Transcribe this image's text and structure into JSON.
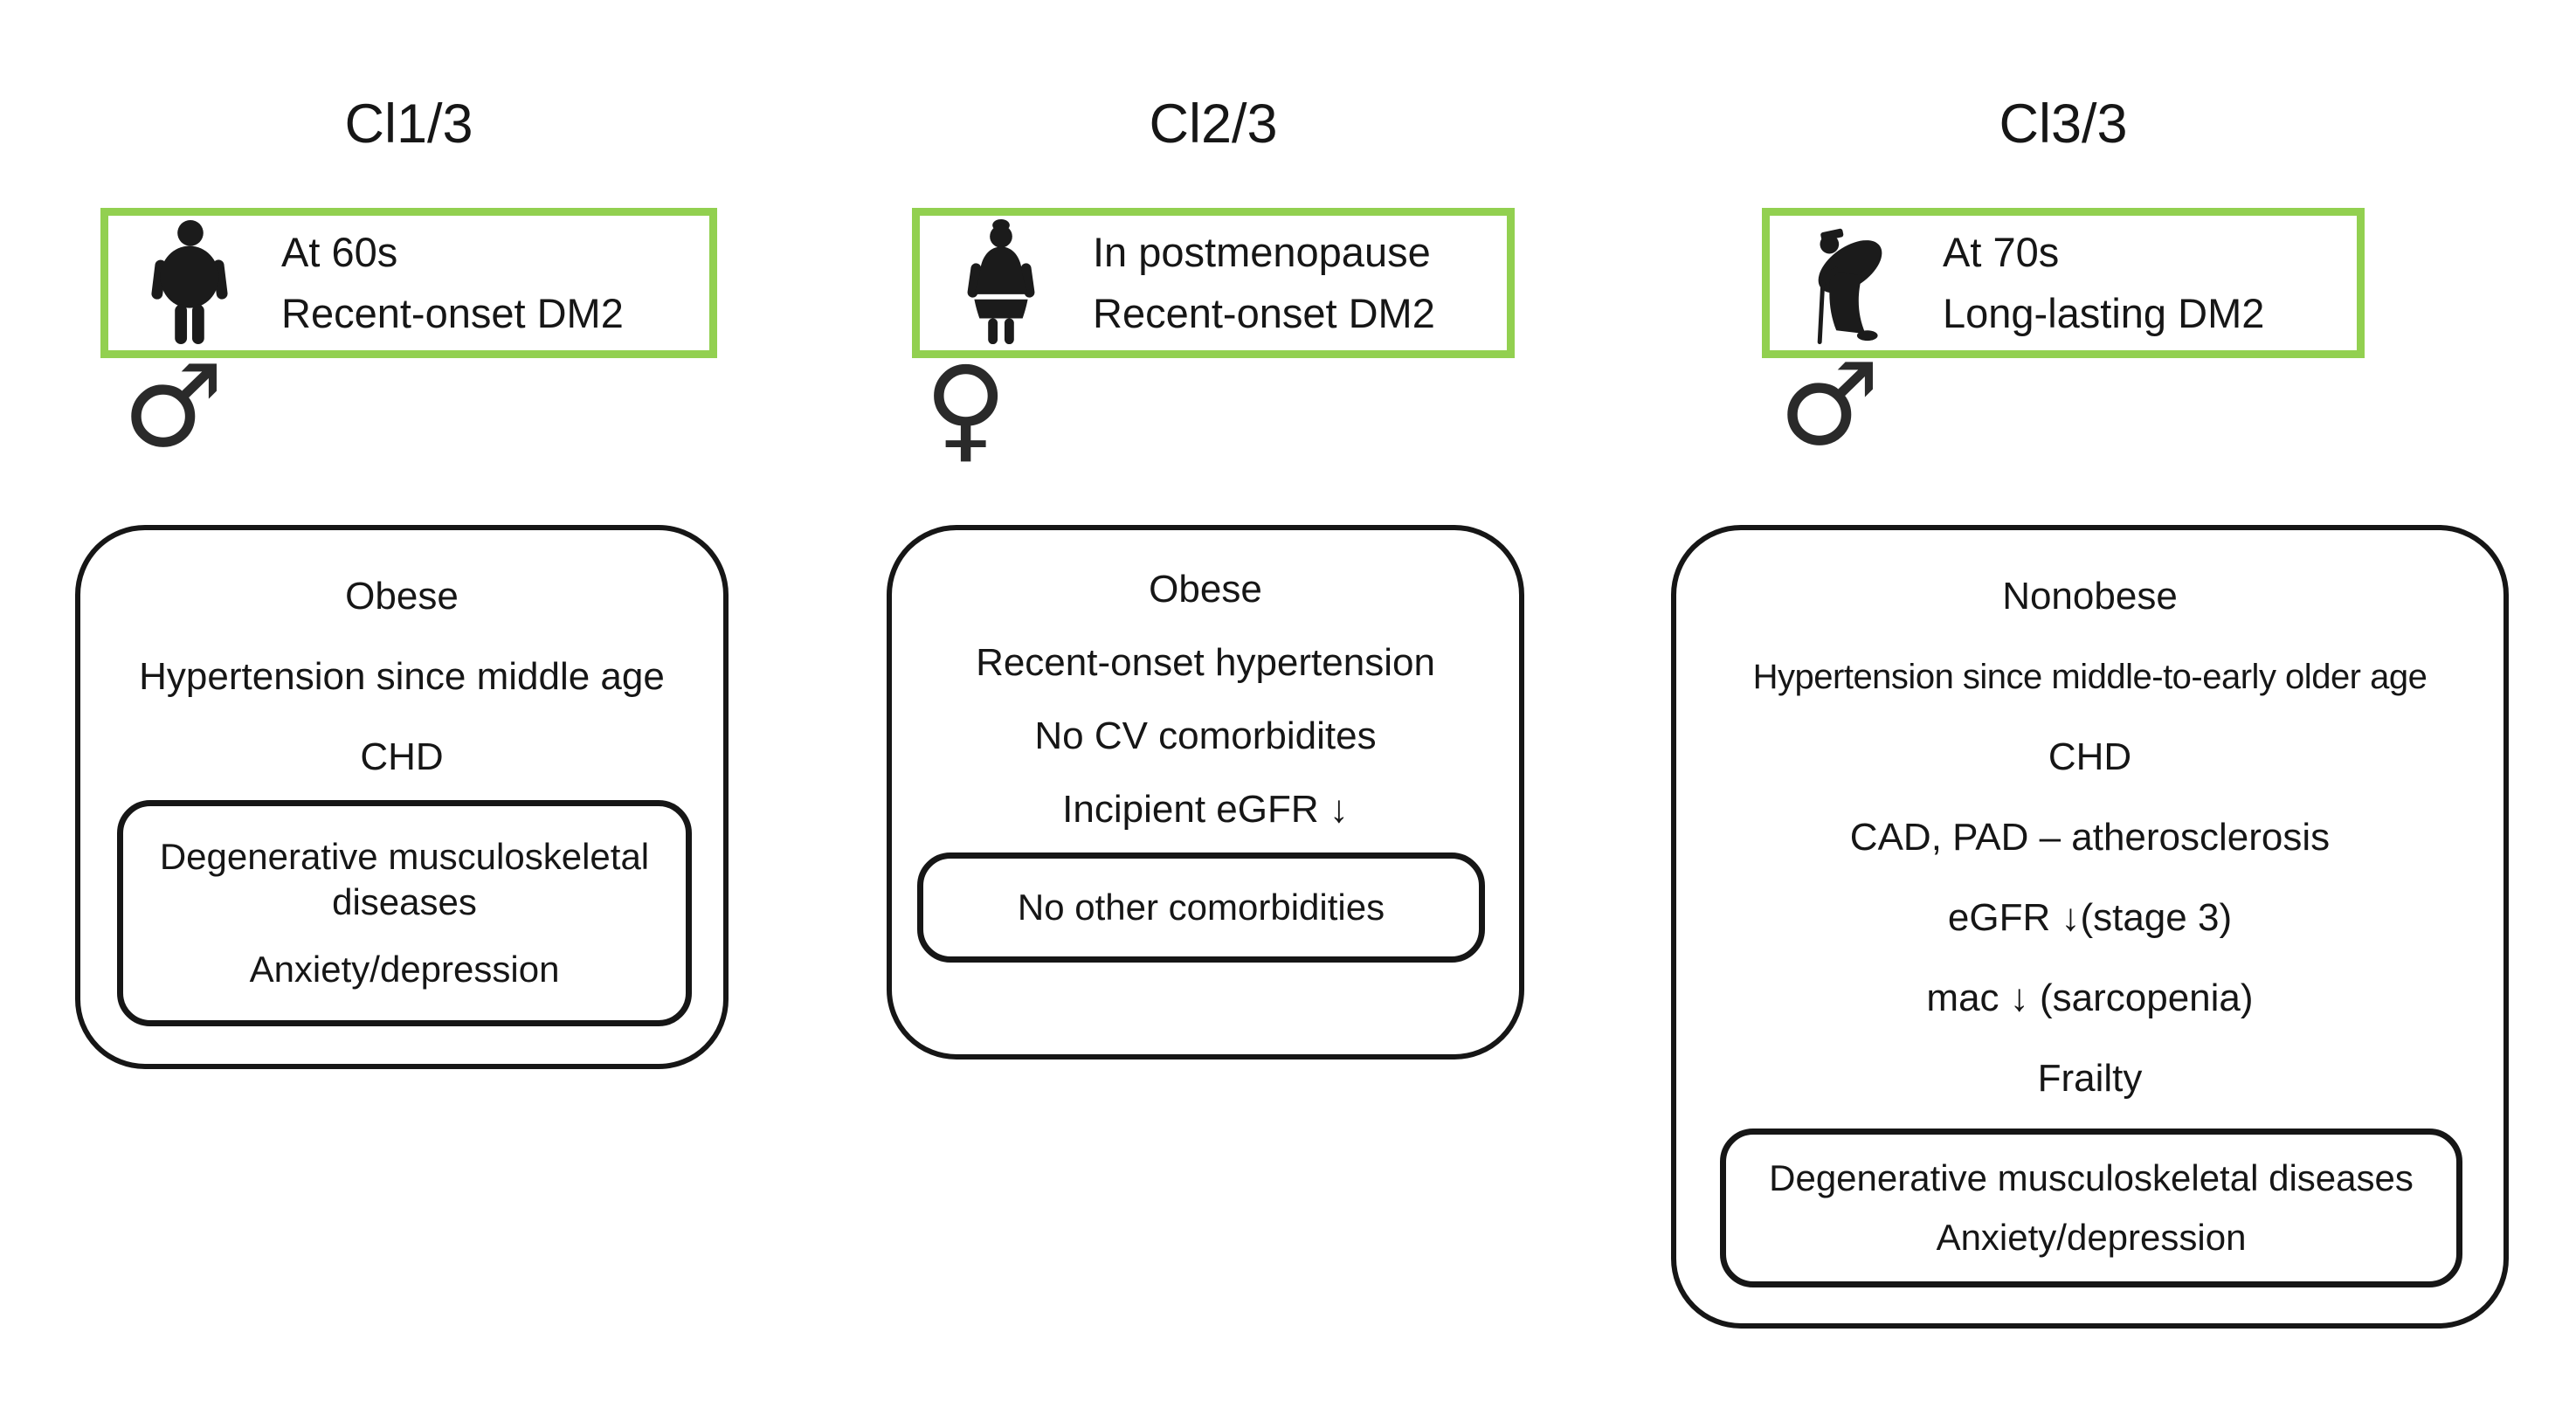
{
  "figure": {
    "background": "#ffffff",
    "accent_green": "#92d050",
    "ink": "#161616"
  },
  "clusters": [
    {
      "title": "Cl1/3",
      "patient_box": {
        "icon": "obese-man-icon",
        "lines": [
          "At 60s",
          "Recent-onset DM2"
        ]
      },
      "gender": "male",
      "gender_symbol": "♂",
      "comorbidities": [
        "Obese",
        "Hypertension since middle age",
        "CHD"
      ],
      "highlight_box": [
        "Degenerative musculoskeletal diseases",
        "Anxiety/depression"
      ]
    },
    {
      "title": "Cl2/3",
      "patient_box": {
        "icon": "obese-woman-icon",
        "lines": [
          "In postmenopause",
          "Recent-onset DM2"
        ]
      },
      "gender": "female",
      "gender_symbol": "♀",
      "comorbidities": [
        "Obese",
        "Recent-onset hypertension",
        "No CV comorbidites",
        "Incipient eGFR ↓"
      ],
      "highlight_box": [
        "No other comorbidities"
      ]
    },
    {
      "title": "Cl3/3",
      "patient_box": {
        "icon": "elderly-man-cane-icon",
        "lines": [
          "At 70s",
          "Long-lasting DM2"
        ]
      },
      "gender": "male",
      "gender_symbol": "♂",
      "comorbidities": [
        "Nonobese",
        "Hypertension since middle-to-early older age",
        "CHD",
        "CAD, PAD – atherosclerosis",
        "eGFR ↓(stage 3)",
        "mac ↓ (sarcopenia)",
        "Frailty"
      ],
      "highlight_box": [
        "Degenerative musculoskeletal diseases",
        "Anxiety/depression"
      ]
    }
  ]
}
